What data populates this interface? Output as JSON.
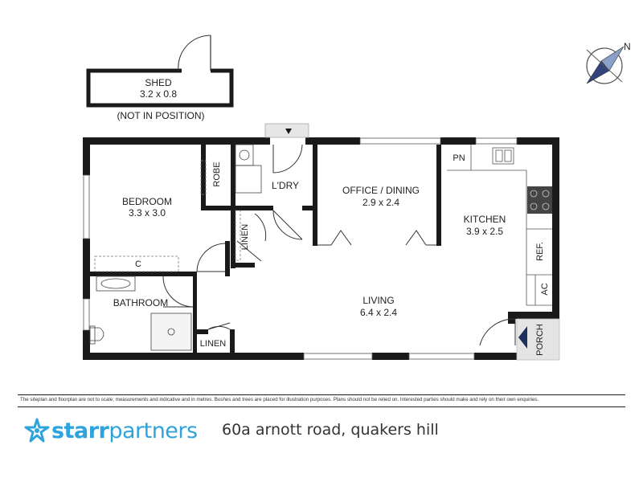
{
  "rooms": {
    "shed": {
      "name": "SHED",
      "dims": "3.2 x 0.8",
      "note": "(NOT IN POSITION)"
    },
    "bedroom": {
      "name": "BEDROOM",
      "dims": "3.3 x 3.0"
    },
    "robe": {
      "name": "ROBE"
    },
    "laundry": {
      "name": "L'DRY"
    },
    "linen_upper": {
      "name": "LINEN"
    },
    "office_dining": {
      "name": "OFFICE / DINING",
      "dims": "2.9 x 2.4"
    },
    "pantry": {
      "name": "PN"
    },
    "kitchen": {
      "name": "KITCHEN",
      "dims": "3.9 x 2.5"
    },
    "fridge": {
      "name": "REF."
    },
    "ac": {
      "name": "AC"
    },
    "closet": {
      "name": "C"
    },
    "bathroom": {
      "name": "BATHROOM"
    },
    "living": {
      "name": "LIVING",
      "dims": "6.4 x 2.4"
    },
    "linen_lower": {
      "name": "LINEN"
    },
    "porch": {
      "name": "PORCH"
    }
  },
  "compass": {
    "label": "N"
  },
  "footer": {
    "disclaimer": "The siteplan and floorplan are not to scale; measurements and indicative and in metres. Bushes and trees are placed for illustration purposes. Plans should not be relied on. Interested parties should make and rely on their own enquiries.",
    "logo_prefix": "starr",
    "logo_suffix": "partners",
    "address": "60a arnott road, quakers hill"
  },
  "colors": {
    "wall": "#1a1a1a",
    "brand": "#2ea3dc",
    "porch": "#e4e4e4",
    "porch_arrow": "#1f2f5c"
  }
}
